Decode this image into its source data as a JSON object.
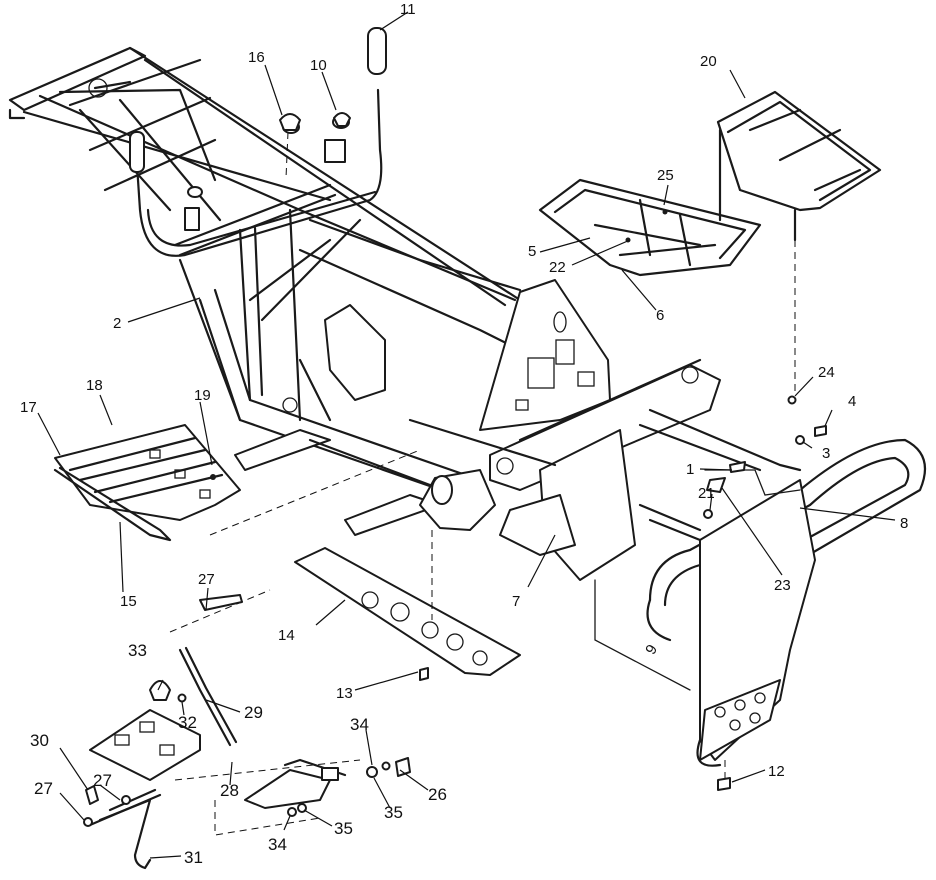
{
  "diagram": {
    "callouts": {
      "c1": "1",
      "c2": "2",
      "c3": "3",
      "c4": "4",
      "c5": "5",
      "c6": "6",
      "c7": "7",
      "c8": "8",
      "c9": "9",
      "c10": "10",
      "c11": "11",
      "c12": "12",
      "c13": "13",
      "c14": "14",
      "c15": "15",
      "c16": "16",
      "c17": "17",
      "c18": "18",
      "c19": "19",
      "c20": "20",
      "c21": "21",
      "c22": "22",
      "c23": "23",
      "c24": "24",
      "c25": "25",
      "c26": "26",
      "c27a": "27",
      "c27b": "27",
      "c27c": "27",
      "c28": "28",
      "c29": "29",
      "c30": "30",
      "c31": "31",
      "c32": "32",
      "c33": "33",
      "c34a": "34",
      "c34b": "34",
      "c35a": "35",
      "c35b": "35"
    }
  }
}
